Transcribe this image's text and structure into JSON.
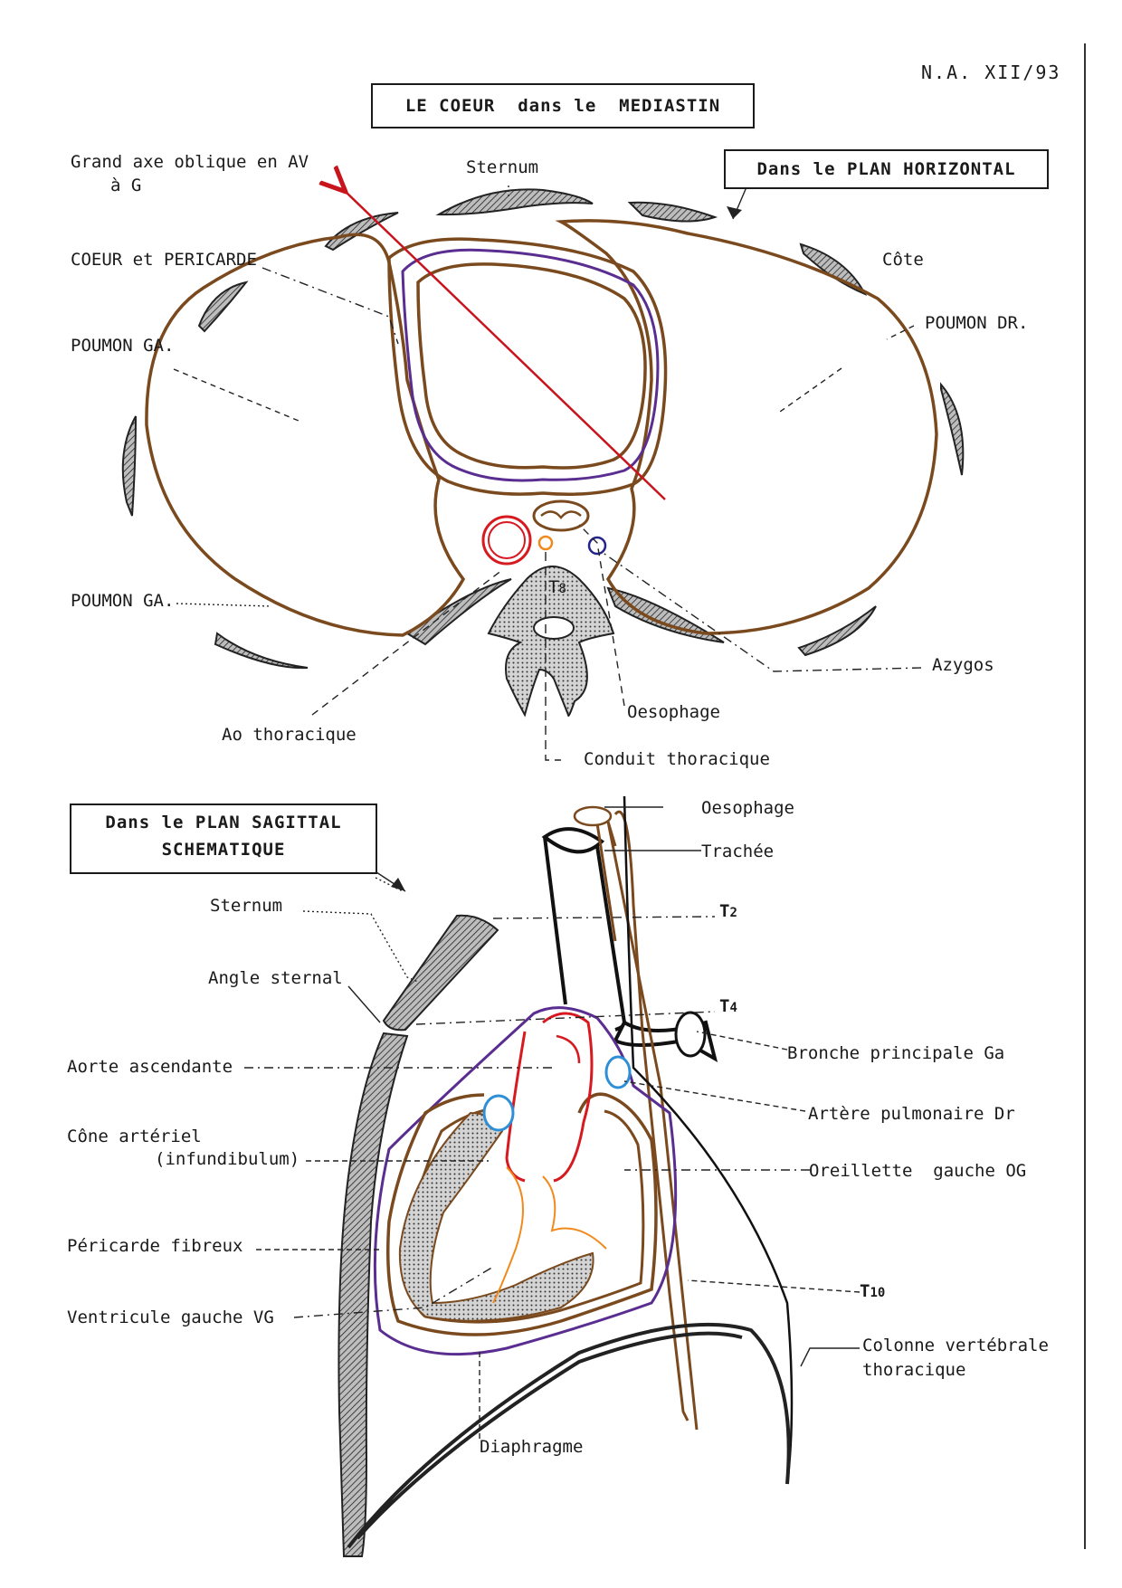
{
  "ref": "N.A. XII/93",
  "title": "LE COEUR  dans le  MEDIASTIN",
  "horizontal_box": "Dans le PLAN HORIZONTAL",
  "sagittal_box_line1": "Dans le PLAN SAGITTAL",
  "sagittal_box_line2": "SCHEMATIQUE",
  "horizontal": {
    "axis_line1": "Grand axe oblique en AV",
    "axis_line2": "à G",
    "sternum": "Sternum",
    "coeur": "COEUR et PERICARDE",
    "poumon_ga1": "POUMON GA.",
    "poumon_ga2": "POUMON GA.",
    "cote": "Côte",
    "poumon_dr": "POUMON DR.",
    "t8": "T",
    "t8_sub": "8",
    "azygos": "Azygos",
    "oesophage": "Oesophage",
    "ao": "Ao thoracique",
    "conduit": "Conduit thoracique"
  },
  "sagittal": {
    "oesophage": "Oesophage",
    "trachee": "Trachée",
    "sternum": "Sternum",
    "t2": "T",
    "t2_sub": "2",
    "angle": "Angle sternal",
    "t4": "T",
    "t4_sub": "4",
    "bronche": "Bronche principale Ga",
    "aorte": "Aorte ascendante",
    "artere": "Artère pulmonaire Dr",
    "cone1": "Cône artériel",
    "cone2": "(infundibulum)",
    "oreillette": "Oreillette  gauche OG",
    "pericarde": "Péricarde fibreux",
    "t10": "T",
    "t10_sub": "10",
    "ventricule": "Ventricule gauche VG",
    "colonne1": "Colonne vertébrale",
    "colonne2": "thoracique",
    "diaphragme": "Diaphragme"
  },
  "colors": {
    "lung": "#7a4a1e",
    "pericardium": "#5a2d91",
    "aorta": "#d71920",
    "pulmonary": "#2e8fd6",
    "thoracic_duct": "#f08a1c",
    "azygos": "#23238c",
    "axis_arrow": "#c8141c",
    "bone": "#4a4a4a"
  }
}
